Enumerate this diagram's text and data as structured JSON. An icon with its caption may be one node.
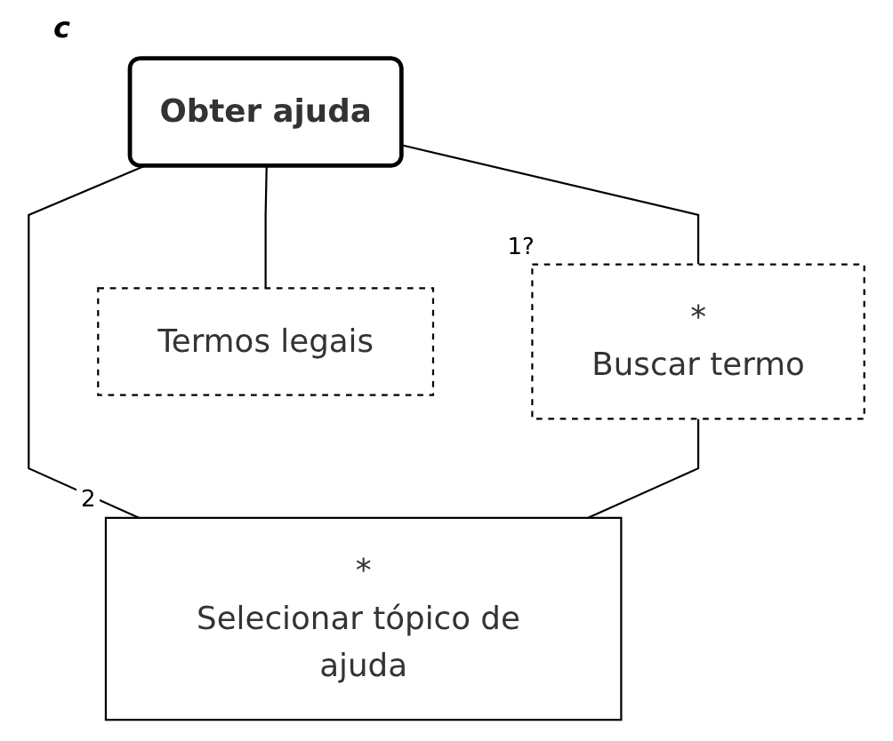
{
  "diagram": {
    "nodes": [
      {
        "text": [
          "Obter ajuda"
        ]
      },
      {
        "text": [
          "*",
          "Buscar termo"
        ],
        "beside": [
          "1?"
        ]
      },
      {
        "text": [
          "*",
          "Selecionar tópico de ajuda"
        ],
        "beside": [
          "2"
        ]
      },
      {
        "text": [
          "Termos legais"
        ]
      }
    ],
    "edges": [
      {
        "from": 0,
        "to": 1,
        "arrow": "none"
      },
      {
        "from": 0,
        "to": 2,
        "arrow": "none"
      },
      {
        "from": 0,
        "to": 3,
        "arrow": "none"
      },
      {
        "from": 1,
        "to": 2,
        "arrow": "none"
      }
    ],
    "labels": [
      "c"
    ]
  }
}
